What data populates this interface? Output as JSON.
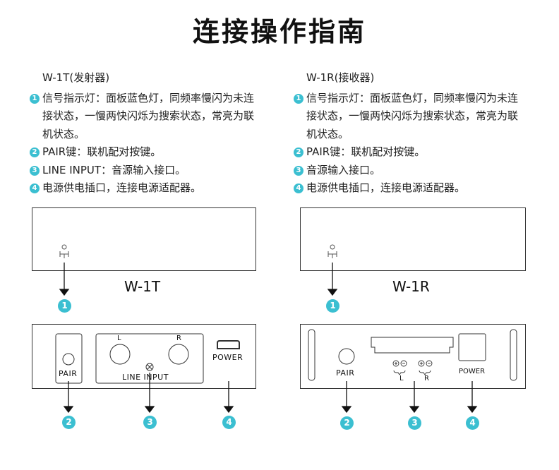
{
  "title": "连接操作指南",
  "left": {
    "header": "W-1T(发射器)",
    "items": [
      "信号指示灯：面板蓝色灯，同频率慢闪为未连接状态，一慢两快闪烁为搜索状态，常亮为联机状态。",
      "PAIR键：联机配对按键。",
      "LINE INPUT：音源输入接口。",
      "电源供电插口，连接电源适配器。"
    ],
    "model": "W-1T",
    "labels": {
      "pair": "PAIR",
      "line_input": "LINE INPUT",
      "l": "L",
      "r": "R",
      "power": "POWER"
    }
  },
  "right": {
    "header": "W-1R(接收器)",
    "items": [
      "信号指示灯：面板蓝色灯，同频率慢闪为未连接状态，一慢两快闪烁为搜索状态，常亮为联机状态。",
      "PAIR键：联机配对按键。",
      "音源输入接口。",
      "电源供电插口，连接电源适配器。"
    ],
    "model": "W-1R",
    "labels": {
      "pair": "PAIR",
      "l": "L",
      "r": "R",
      "power": "POWER"
    }
  },
  "badges": [
    "1",
    "2",
    "3",
    "4"
  ],
  "colors": {
    "accent": "#3bbfd1"
  }
}
